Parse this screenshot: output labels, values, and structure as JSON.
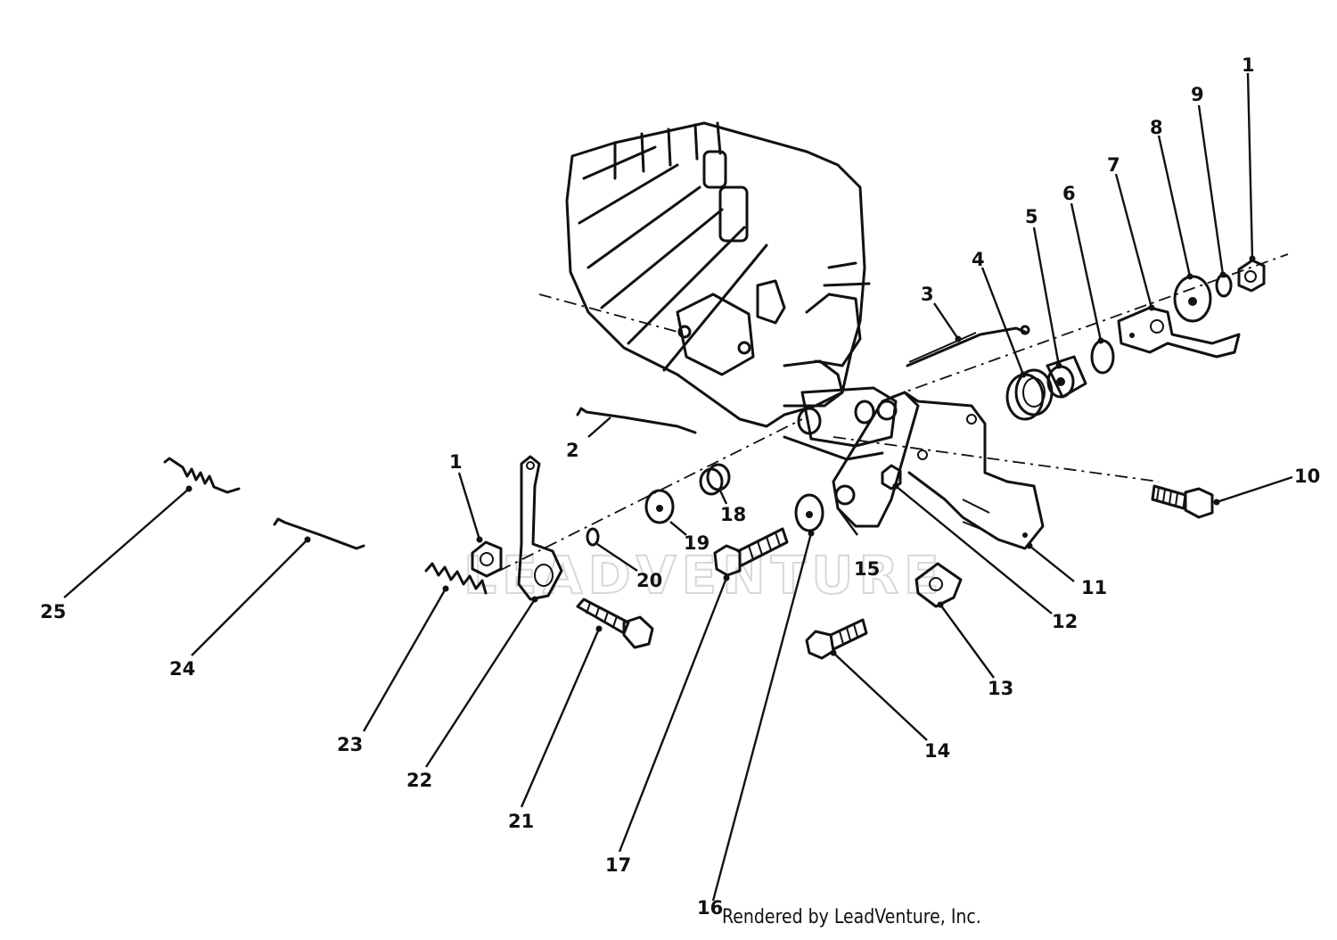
{
  "watermark": "LEADVENTURE",
  "footer": {
    "credit": "Rendered by LeadVenture, Inc."
  },
  "callouts": {
    "c1a": "1",
    "c1b": "1",
    "c2": "2",
    "c3": "3",
    "c4": "4",
    "c5": "5",
    "c6": "6",
    "c7": "7",
    "c8": "8",
    "c9": "9",
    "c10": "10",
    "c11": "11",
    "c12": "12",
    "c13": "13",
    "c14": "14",
    "c15": "15",
    "c16": "16",
    "c17": "17",
    "c18": "18",
    "c19": "19",
    "c20": "20",
    "c21": "21",
    "c22": "22",
    "c23": "23",
    "c24": "24",
    "c25": "25"
  }
}
